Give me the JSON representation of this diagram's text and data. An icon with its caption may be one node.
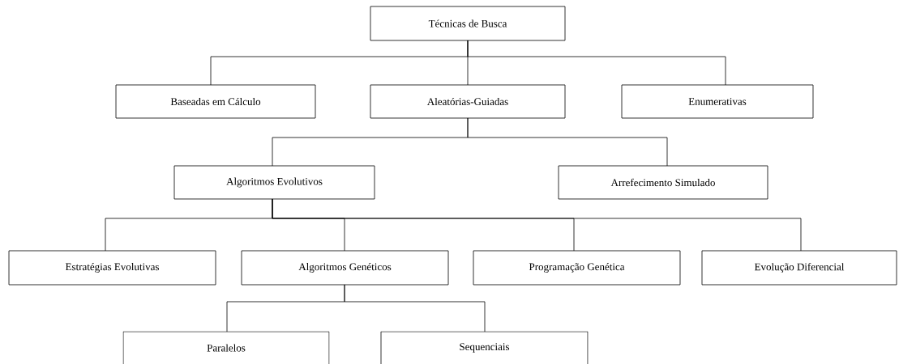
{
  "diagram": {
    "nodes": [
      {
        "text": [
          "Técnicas de Busca"
        ]
      },
      {
        "text": [
          "Baseadas em Cálculo"
        ]
      },
      {
        "text": [
          "Aleatórias-Guiadas"
        ]
      },
      {
        "text": [
          "Enumerativas"
        ]
      },
      {
        "text": [
          "Algoritmos Evolutivos"
        ]
      },
      {
        "text": [
          "Arrefecimento Simulado"
        ]
      },
      {
        "text": [
          "Estratégias Evolutivas"
        ]
      },
      {
        "text": [
          "Algoritmos Genéticos"
        ]
      },
      {
        "text": [
          "Programação Genética"
        ]
      },
      {
        "text": [
          "Evolução Diferencial"
        ]
      },
      {
        "text": [
          "Paralelos"
        ]
      },
      {
        "text": [
          "Sequenciais"
        ]
      }
    ],
    "edges": [
      {
        "from": 0,
        "to": 1,
        "arrow": "none"
      },
      {
        "from": 0,
        "to": 2,
        "arrow": "none"
      },
      {
        "from": 0,
        "to": 3,
        "arrow": "none"
      },
      {
        "from": 2,
        "to": 4,
        "arrow": "none"
      },
      {
        "from": 2,
        "to": 5,
        "arrow": "none"
      },
      {
        "from": 4,
        "to": 6,
        "arrow": "none"
      },
      {
        "from": 4,
        "to": 7,
        "arrow": "none"
      },
      {
        "from": 4,
        "to": 8,
        "arrow": "none"
      },
      {
        "from": 4,
        "to": 9,
        "arrow": "none"
      },
      {
        "from": 7,
        "to": 10,
        "arrow": "none"
      },
      {
        "from": 7,
        "to": 11,
        "arrow": "none"
      }
    ]
  }
}
